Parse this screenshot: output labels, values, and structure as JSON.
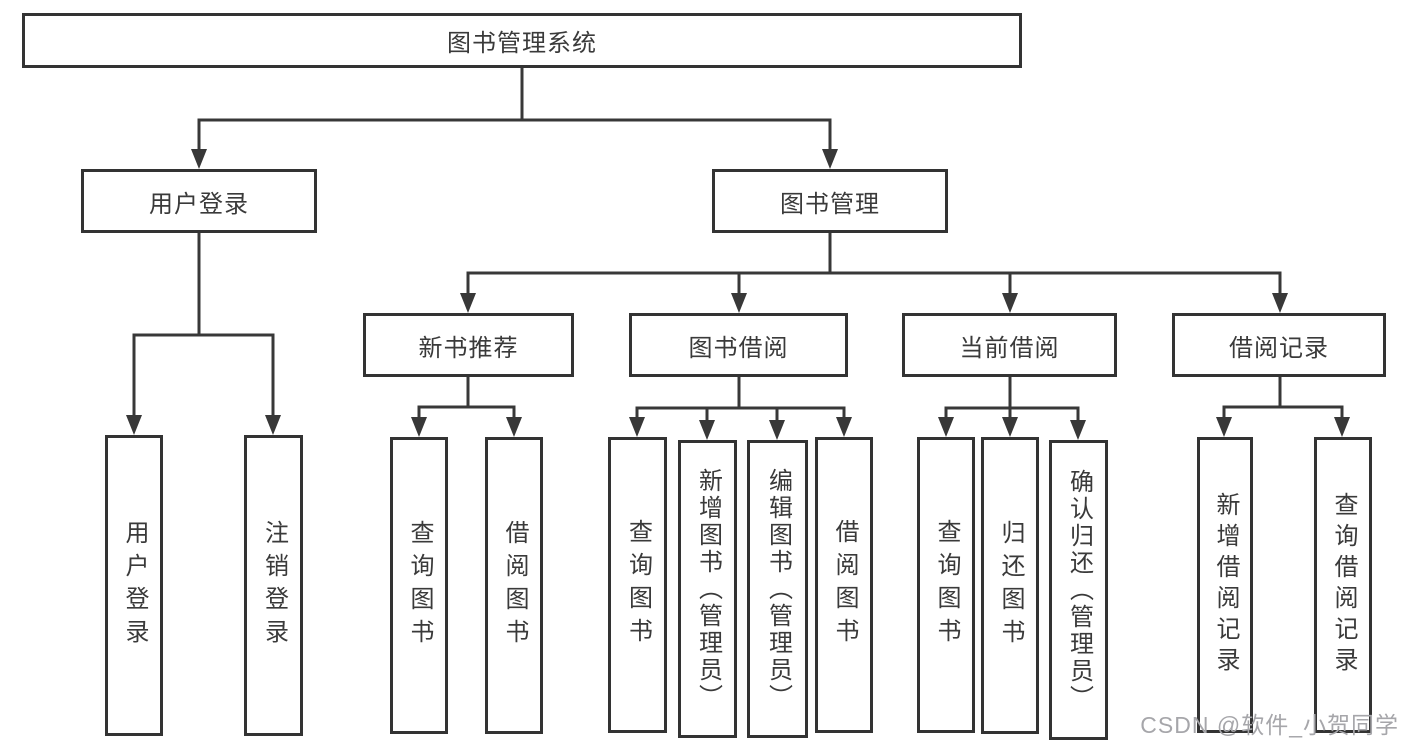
{
  "watermark": "CSDN @软件_小贺同学",
  "nodes": {
    "root": "图书管理系统",
    "user_login": "用户登录",
    "book_mgmt": "图书管理",
    "new_book_rec": "新书推荐",
    "book_borrow": "图书借阅",
    "current_borrow": "当前借阅",
    "borrow_records": "借阅记录",
    "leaf_user_login": "用户登录",
    "leaf_logout": "注销登录",
    "rec_query_book": "查询图书",
    "rec_borrow_book": "借阅图书",
    "bb_query_book": "查询图书",
    "bb_add_book": "新增图书（管理员）",
    "bb_edit_book": "编辑图书（管理员）",
    "bb_borrow_book": "借阅图书",
    "cb_query_book": "查询图书",
    "cb_return_book": "归还图书",
    "cb_confirm_return": "确认归还（管理员）",
    "br_add_record": "新增借阅记录",
    "br_query_record": "查询借阅记录"
  },
  "edges": [
    [
      "root",
      "user_login"
    ],
    [
      "root",
      "book_mgmt"
    ],
    [
      "user_login",
      "leaf_user_login"
    ],
    [
      "user_login",
      "leaf_logout"
    ],
    [
      "book_mgmt",
      "new_book_rec"
    ],
    [
      "book_mgmt",
      "book_borrow"
    ],
    [
      "book_mgmt",
      "current_borrow"
    ],
    [
      "book_mgmt",
      "borrow_records"
    ],
    [
      "new_book_rec",
      "rec_query_book"
    ],
    [
      "new_book_rec",
      "rec_borrow_book"
    ],
    [
      "book_borrow",
      "bb_query_book"
    ],
    [
      "book_borrow",
      "bb_add_book"
    ],
    [
      "book_borrow",
      "bb_edit_book"
    ],
    [
      "book_borrow",
      "bb_borrow_book"
    ],
    [
      "current_borrow",
      "cb_query_book"
    ],
    [
      "current_borrow",
      "cb_return_book"
    ],
    [
      "current_borrow",
      "cb_confirm_return"
    ],
    [
      "borrow_records",
      "br_add_record"
    ],
    [
      "borrow_records",
      "br_query_record"
    ]
  ]
}
